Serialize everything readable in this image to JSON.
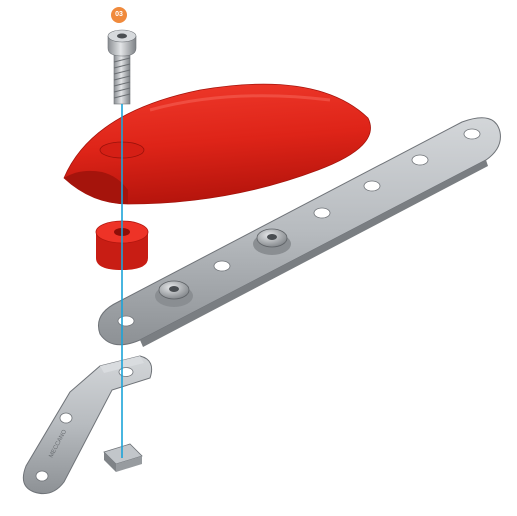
{
  "step_badge": {
    "label": "03",
    "color": "#f08a3c"
  },
  "parts": [
    {
      "name": "cap-screw",
      "color": "#b8bcc0"
    },
    {
      "name": "red-fairing",
      "color": "#e0261e"
    },
    {
      "name": "red-spacer",
      "color": "#e0261e"
    },
    {
      "name": "long-perforated-strip",
      "color": "#b9bdc1"
    },
    {
      "name": "angle-bracket",
      "color": "#b9bdc1"
    },
    {
      "name": "square-nut",
      "color": "#a9adb1"
    }
  ],
  "assembly_axis_color": "#1aa3d9",
  "bracket_stamp": "MECCANO",
  "logo_stamp": "MECCANO"
}
